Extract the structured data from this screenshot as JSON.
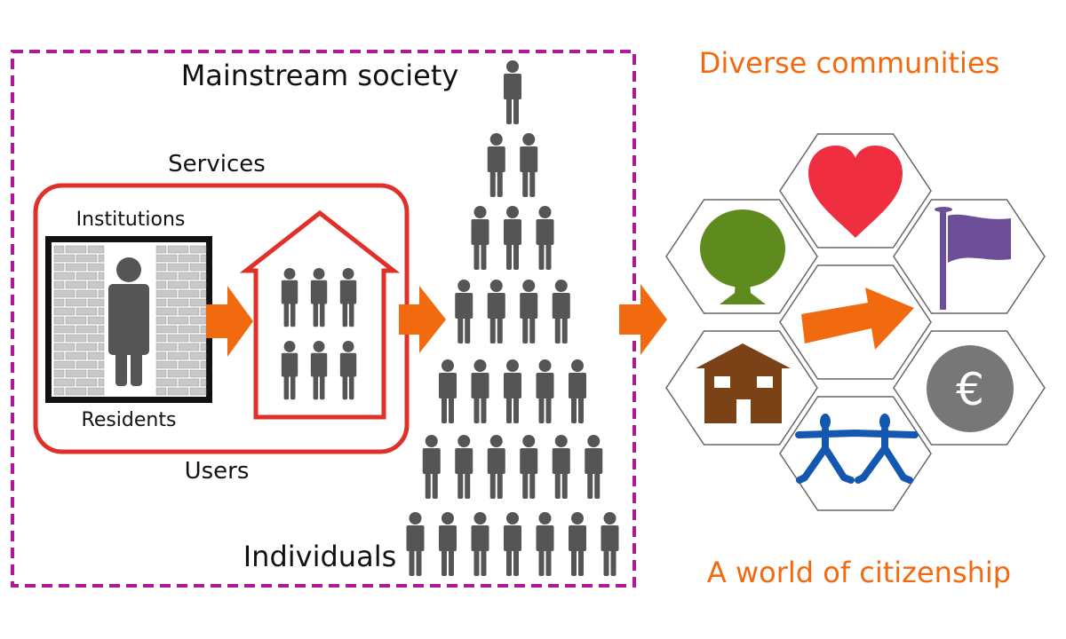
{
  "labels": {
    "mainstream": "Mainstream society",
    "services": "Services",
    "institutions": "Institutions",
    "residents": "Residents",
    "users": "Users",
    "individuals": "Individuals",
    "diverse": "Diverse communities",
    "citizenship": "A world of citizenship"
  },
  "pyramid_rows": [
    1,
    2,
    3,
    4,
    5,
    6,
    7
  ],
  "house_people": 6,
  "hexes": [
    {
      "icon": "tree-icon",
      "color": "#5e8a1e"
    },
    {
      "icon": "heart-icon",
      "color": "#ef2f40"
    },
    {
      "icon": "flag-icon",
      "color": "#6d4f99"
    },
    {
      "icon": "arrow-icon",
      "color": "#f26a10"
    },
    {
      "icon": "house-icon",
      "color": "#7b4217"
    },
    {
      "icon": "people-holding-hands-icon",
      "color": "#1457b0"
    },
    {
      "icon": "euro-coin-icon",
      "color": "#777777",
      "symbol": "€"
    }
  ],
  "colors": {
    "boundary": "#b0189a",
    "services": "#e0302a",
    "person": "#555555",
    "arrow": "#f26a10",
    "accent_text": "#f26a10"
  }
}
